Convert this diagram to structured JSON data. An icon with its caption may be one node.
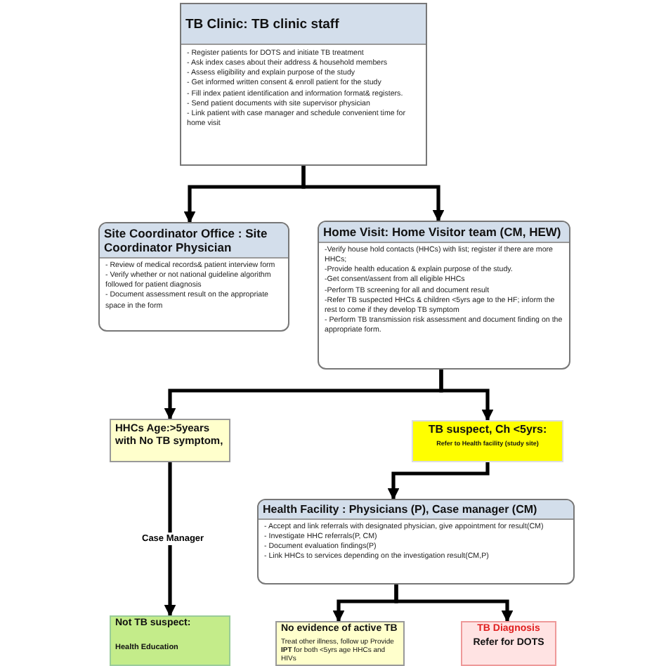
{
  "diagram": {
    "nodes": [
      {
        "text": [
          "TB Clinic: TB clinic staff",
          "- Register patients for DOTS and initiate TB treatment",
          "- Ask index cases about their address & household members",
          "- Assess eligibility and explain purpose of the study",
          "- Get informed written consent & enroll patient for the study",
          "- Fill index patient identification and information format& registers.",
          "- Send patient documents with site supervisor physician",
          "- Link patient with case manager and schedule convenient time for home visit"
        ]
      },
      {
        "text": [
          "Site Coordinator Office : Site Coordinator Physician",
          "- Review of medical records& patient interview form",
          "- Verify whether or not national guideline algorithm followed for patient diagnosis",
          "- Document assessment result on the appropriate space in the form"
        ]
      },
      {
        "text": [
          "Home Visit: Home Visitor team (CM, HEW)",
          "-Verify house hold contacts (HHCs) with list; register if there are more HHCs;",
          "-Provide health education & explain purpose of the study.",
          "-Get consent/assent from all eligible HHCs",
          "-Perform TB screening for all and document result",
          "-Refer TB suspected HHCs & children <5yrs age to the HF; inform the rest to come if they develop TB symptom",
          "- Perform TB transmission risk assessment and document finding on the appropriate form."
        ]
      },
      {
        "text": [
          "HHCs Age:>5years with No TB symptom,"
        ]
      },
      {
        "text": [
          "TB suspect, Ch <5yrs:",
          "Refer to Health facility (study site)"
        ]
      },
      {
        "text": [
          "Health Facility : Physicians (P), Case manager (CM)",
          "- Accept and link referrals with designated physician, give appointment for result(CM)",
          "- Investigate HHC referrals(P, CM)",
          "- Document evaluation findings(P)",
          "- Link HHCs to services depending on the investigation result(CM,P)"
        ]
      },
      {
        "text": [
          "Not TB suspect:",
          "Health Education"
        ]
      },
      {
        "text": [
          "No evidence of active TB",
          "Treat other illness, follow up Provide **IPT** for both <5yrs age HHCs and HIVs"
        ]
      },
      {
        "text": [
          "TB Diagnosis",
          "Refer for DOTS"
        ]
      }
    ],
    "edges": [
      {
        "from": 0,
        "to": 1,
        "arrow": "to"
      },
      {
        "from": 0,
        "to": 2,
        "arrow": "to"
      },
      {
        "from": 2,
        "to": 3,
        "arrow": "to"
      },
      {
        "from": 2,
        "to": 4,
        "arrow": "to"
      },
      {
        "from": 4,
        "to": 5,
        "arrow": "to"
      },
      {
        "from": 3,
        "to": 6,
        "arrow": "to",
        "label": "Case Manager"
      },
      {
        "from": 5,
        "to": 7,
        "arrow": "to"
      },
      {
        "from": 5,
        "to": 8,
        "arrow": "to"
      }
    ]
  }
}
